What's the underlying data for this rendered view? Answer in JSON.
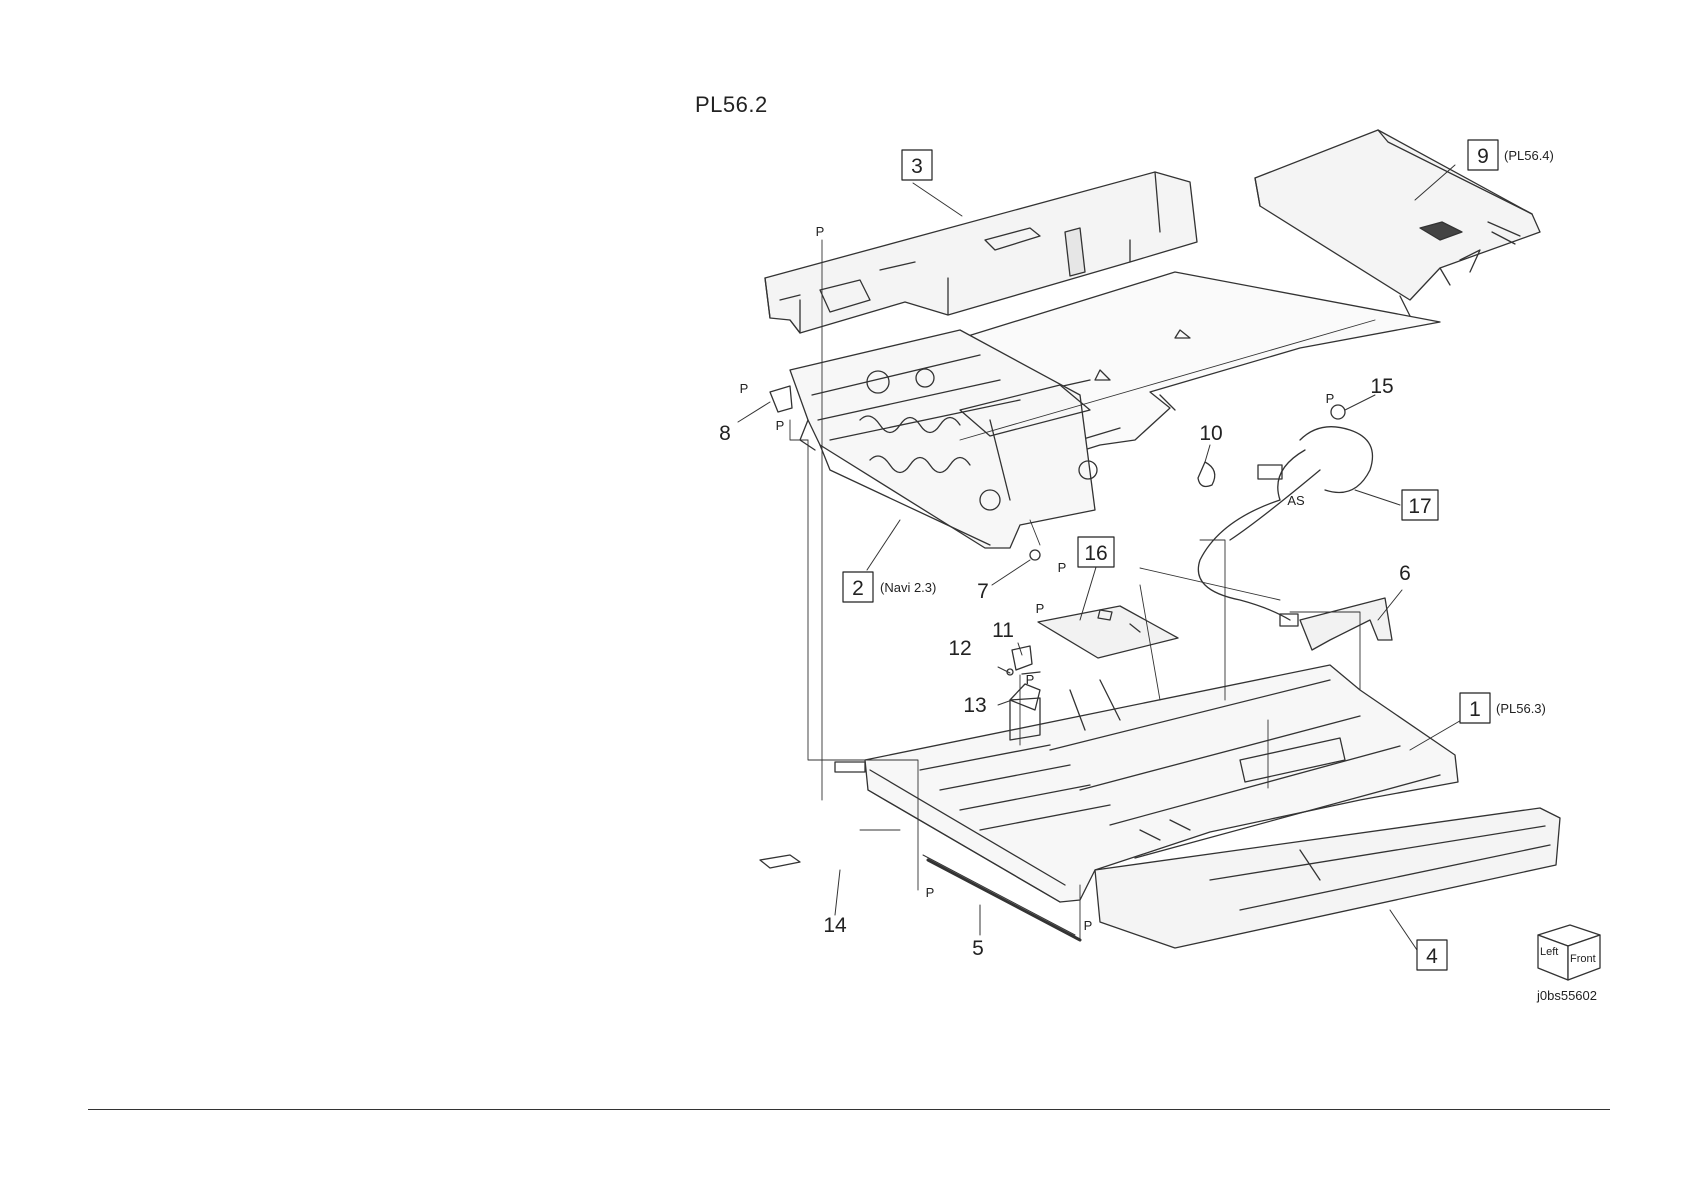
{
  "plate_id": "PL56.2",
  "image_code": "j0bs55602",
  "orientation_cube": {
    "left": "Left",
    "front": "Front"
  },
  "callouts": [
    {
      "id": "c1",
      "number": "1",
      "boxed": true,
      "reference": "(PL56.3)"
    },
    {
      "id": "c2",
      "number": "2",
      "boxed": true,
      "reference": "(Navi 2.3)"
    },
    {
      "id": "c3",
      "number": "3",
      "boxed": true,
      "reference": ""
    },
    {
      "id": "c4",
      "number": "4",
      "boxed": true,
      "reference": ""
    },
    {
      "id": "c5",
      "number": "5",
      "boxed": false,
      "reference": ""
    },
    {
      "id": "c6",
      "number": "6",
      "boxed": false,
      "reference": ""
    },
    {
      "id": "c7",
      "number": "7",
      "boxed": false,
      "reference": ""
    },
    {
      "id": "c8",
      "number": "8",
      "boxed": false,
      "reference": ""
    },
    {
      "id": "c9",
      "number": "9",
      "boxed": true,
      "reference": "(PL56.4)"
    },
    {
      "id": "c10",
      "number": "10",
      "boxed": false,
      "reference": ""
    },
    {
      "id": "c11",
      "number": "11",
      "boxed": false,
      "reference": ""
    },
    {
      "id": "c12",
      "number": "12",
      "boxed": false,
      "reference": ""
    },
    {
      "id": "c13",
      "number": "13",
      "boxed": false,
      "reference": ""
    },
    {
      "id": "c14",
      "number": "14",
      "boxed": false,
      "reference": ""
    },
    {
      "id": "c15",
      "number": "15",
      "boxed": false,
      "reference": ""
    },
    {
      "id": "c16",
      "number": "16",
      "boxed": true,
      "reference": ""
    },
    {
      "id": "c17",
      "number": "17",
      "boxed": true,
      "reference": ""
    }
  ],
  "fastener_marks": [
    "P",
    "P",
    "P",
    "P",
    "P",
    "P",
    "P",
    "P",
    "P"
  ],
  "harness_mark": "AS"
}
